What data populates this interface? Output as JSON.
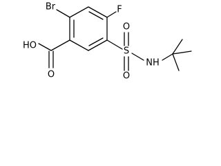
{
  "molecule": {
    "atoms": {
      "br": "Br",
      "f": "F",
      "oh": "HO",
      "o_carbonyl": "O",
      "s": "S",
      "o_sulfonyl_top": "O",
      "o_sulfonyl_bottom": "O",
      "nh": "NH"
    }
  }
}
